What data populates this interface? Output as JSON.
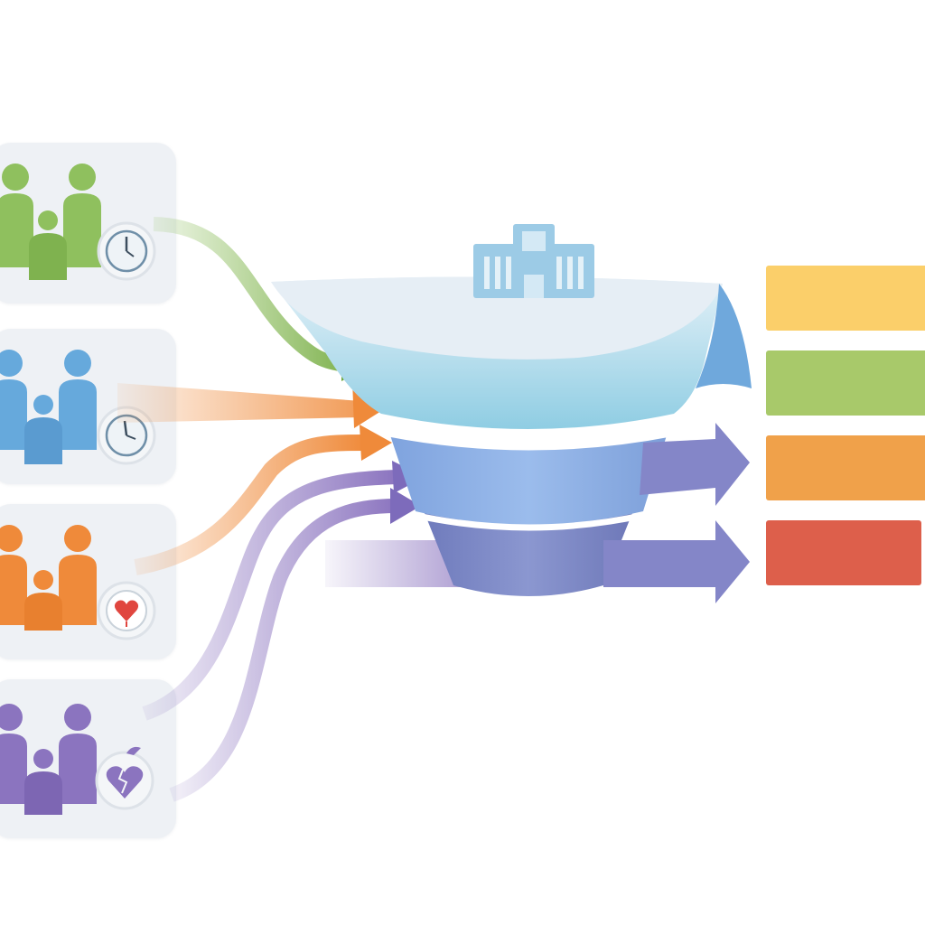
{
  "diagram": {
    "type": "funnel",
    "colors": {
      "green": "#8fc05e",
      "blue": "#66a9dc",
      "orange": "#ef8a3a",
      "purple": "#8b74bf",
      "funnel_top": "#8fcde3",
      "funnel_mid": "#86aee3",
      "funnel_bottom": "#7b86c4",
      "hospital": "#9ccbe6"
    },
    "input_groups": [
      {
        "name": "patient-group-green",
        "color": "#8fc05e",
        "badge_icon": "clock-icon"
      },
      {
        "name": "patient-group-blue",
        "color": "#66a9dc",
        "badge_icon": "clock-icon"
      },
      {
        "name": "patient-group-orange",
        "color": "#ef8a3a",
        "badge_icon": "heart-icon"
      },
      {
        "name": "patient-group-purple",
        "color": "#8b74bf",
        "badge_icon": "broken-heart-icon"
      }
    ],
    "top_icon": "hospital-icon",
    "output_bars": [
      {
        "color": "#fbcf6a"
      },
      {
        "color": "#a8c96a"
      },
      {
        "color": "#f0a14a"
      },
      {
        "color": "#dd5f4b"
      }
    ]
  }
}
